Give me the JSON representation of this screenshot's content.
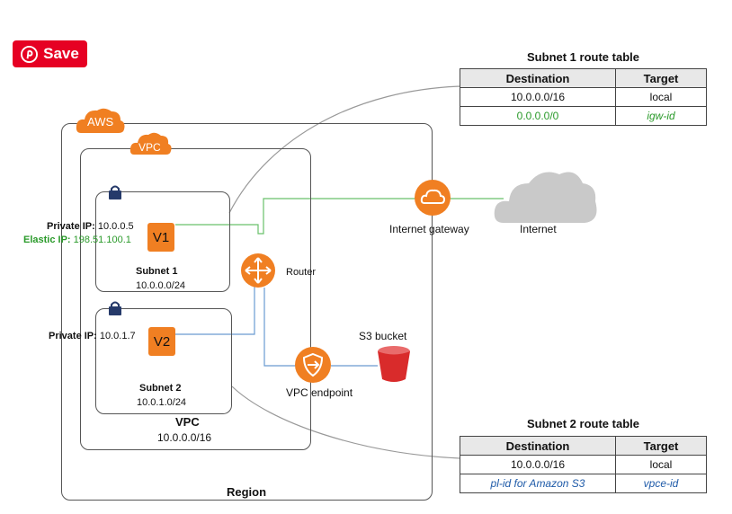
{
  "save_button": {
    "label": "Save",
    "color": "#e60023"
  },
  "diagram": {
    "aws_label": "AWS",
    "vpc_badge": "VPC",
    "region_label": "Region",
    "vpc_label": "VPC",
    "vpc_cidr": "10.0.0.0/16",
    "subnet1": {
      "name": "Subnet 1",
      "cidr": "10.0.0.0/24",
      "instance": "V1",
      "private_ip_label": "Private IP:",
      "private_ip": "10.0.0.5",
      "elastic_ip_label": "Elastic IP:",
      "elastic_ip": "198.51.100.1"
    },
    "subnet2": {
      "name": "Subnet 2",
      "cidr": "10.0.1.0/24",
      "instance": "V2",
      "private_ip_label": "Private IP:",
      "private_ip": "10.0.1.7"
    },
    "router_label": "Router",
    "igw_label": "Internet gateway",
    "internet_label": "Internet",
    "s3_label": "S3 bucket",
    "endpoint_label": "VPC endpoint",
    "colors": {
      "orange": "#f07f22",
      "green": "#2a9a2a",
      "blue": "#1e5aa8",
      "s3_red": "#d92b2b"
    }
  },
  "route_table_1": {
    "title": "Subnet 1 route table",
    "headers": [
      "Destination",
      "Target"
    ],
    "rows": [
      [
        "10.0.0.0/16",
        "local"
      ],
      [
        "0.0.0.0/0",
        "igw-id"
      ]
    ]
  },
  "route_table_2": {
    "title": "Subnet 2 route table",
    "headers": [
      "Destination",
      "Target"
    ],
    "rows": [
      [
        "10.0.0.0/16",
        "local"
      ],
      [
        "pl-id for Amazon S3",
        "vpce-id"
      ]
    ]
  }
}
